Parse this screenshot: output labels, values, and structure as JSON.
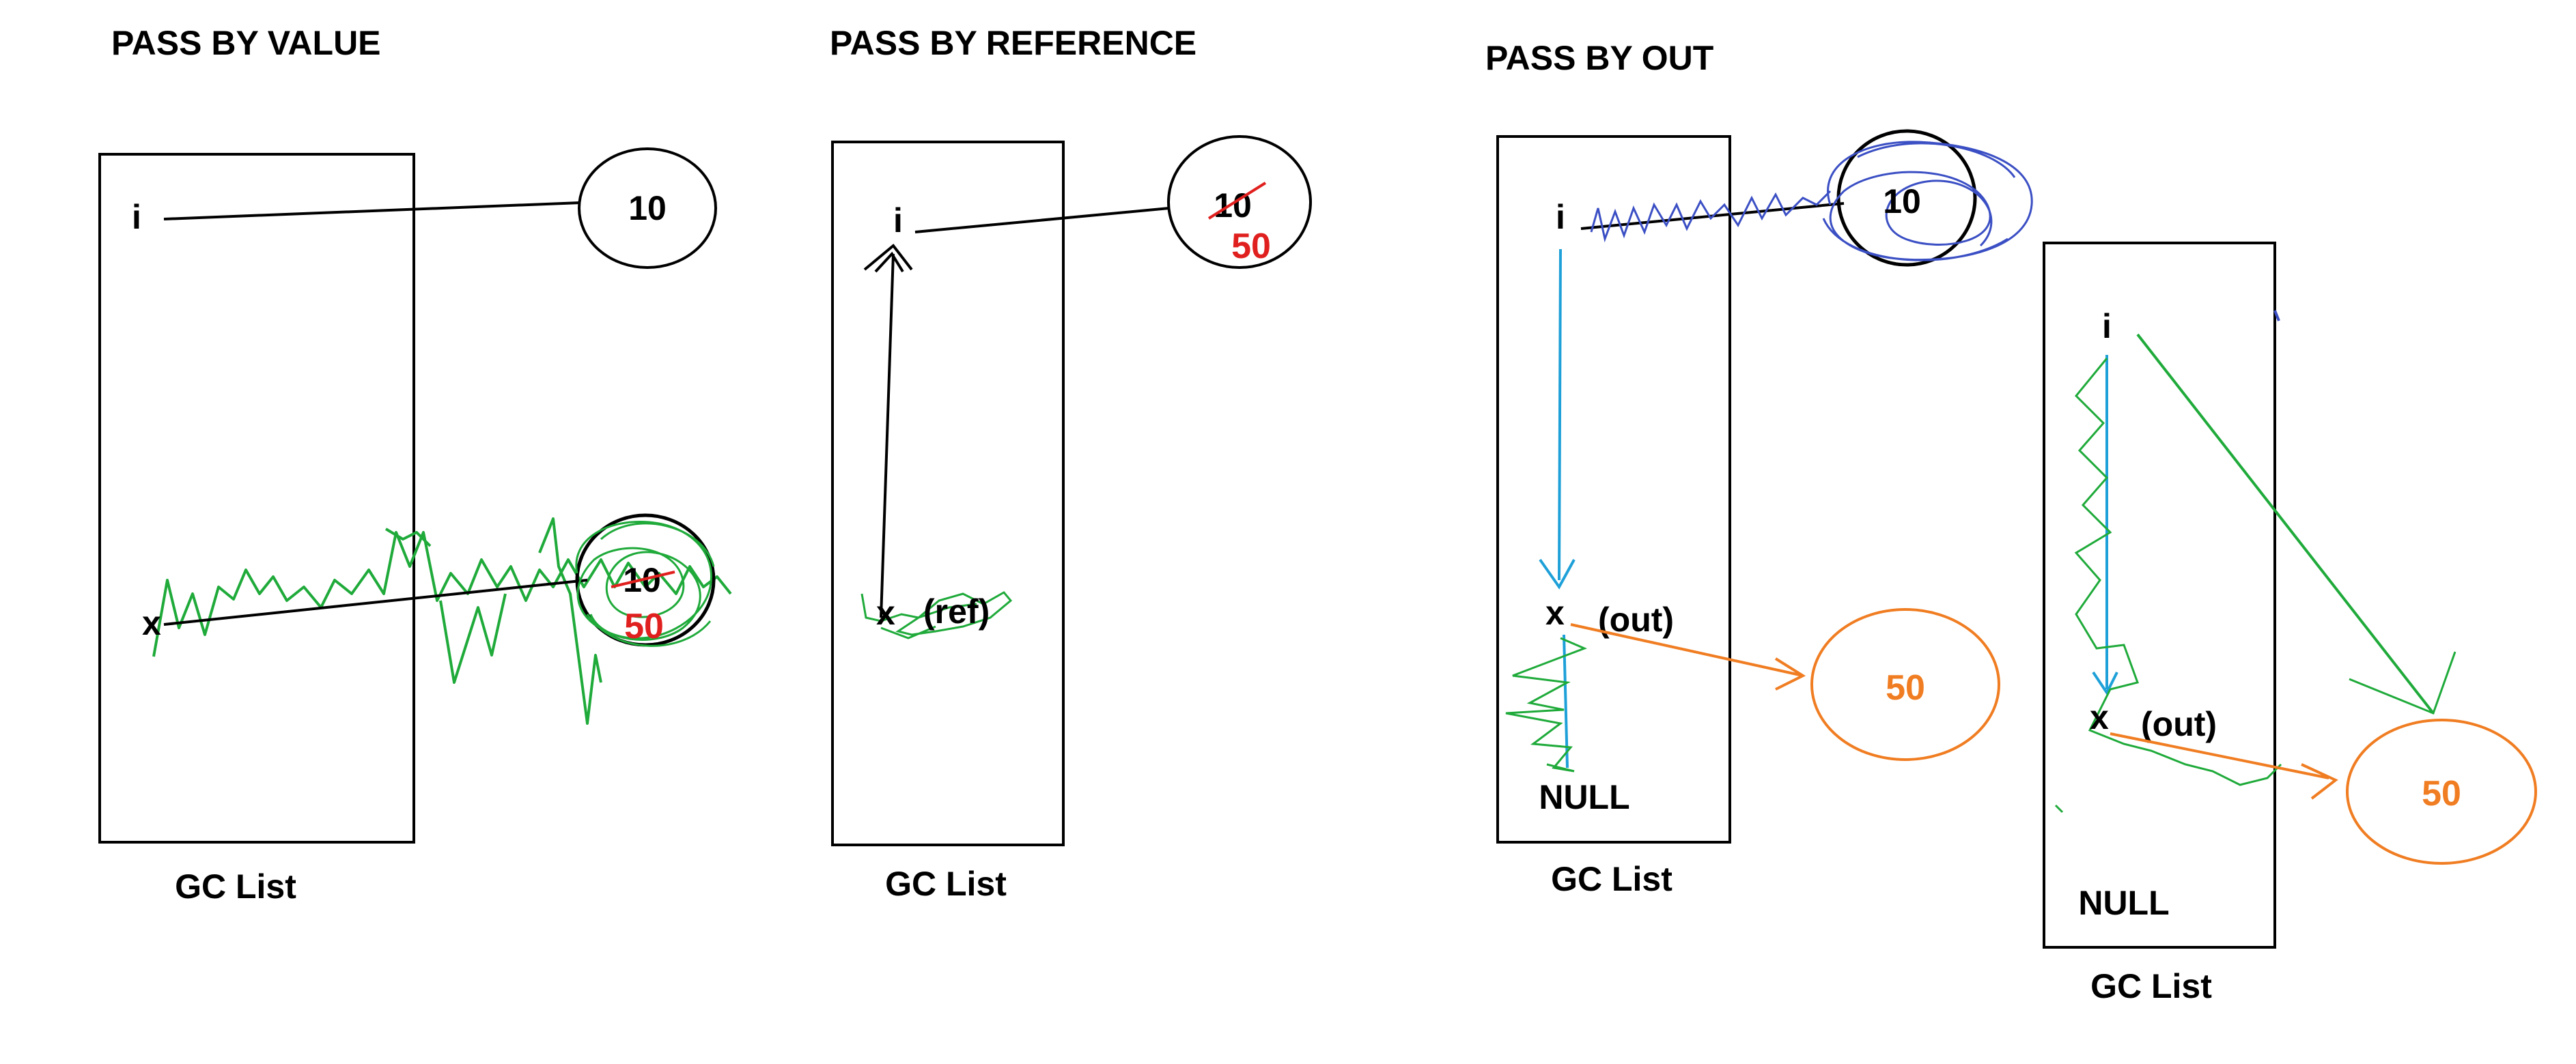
{
  "colors": {
    "ink": "#000000",
    "red": "#e0201e",
    "green": "#1faa3a",
    "blue": "#3b4fc4",
    "cyan": "#1ea0d8",
    "orange": "#f07d22"
  },
  "panels": {
    "value": {
      "heading": "PASS BY VALUE",
      "var_i": "i",
      "var_x": "x",
      "value_i": "10",
      "value_x_old": "10",
      "value_x_new": "50",
      "footer": "GC List"
    },
    "reference": {
      "heading": "PASS BY REFERENCE",
      "var_i": "i",
      "var_x": "x",
      "modifier_x": "(ref)",
      "value_old": "10",
      "value_new": "50",
      "footer": "GC List"
    },
    "out": {
      "heading": "PASS BY OUT",
      "box1": {
        "var_i": "i",
        "var_x": "x",
        "modifier_x": "(out)",
        "value_i": "10",
        "value_x": "50",
        "null_label": "NULL",
        "footer": "GC List"
      },
      "box2": {
        "var_i": "i",
        "var_x": "x",
        "modifier_x": "(out)",
        "value_x": "50",
        "null_label": "NULL",
        "footer": "GC List"
      }
    }
  }
}
